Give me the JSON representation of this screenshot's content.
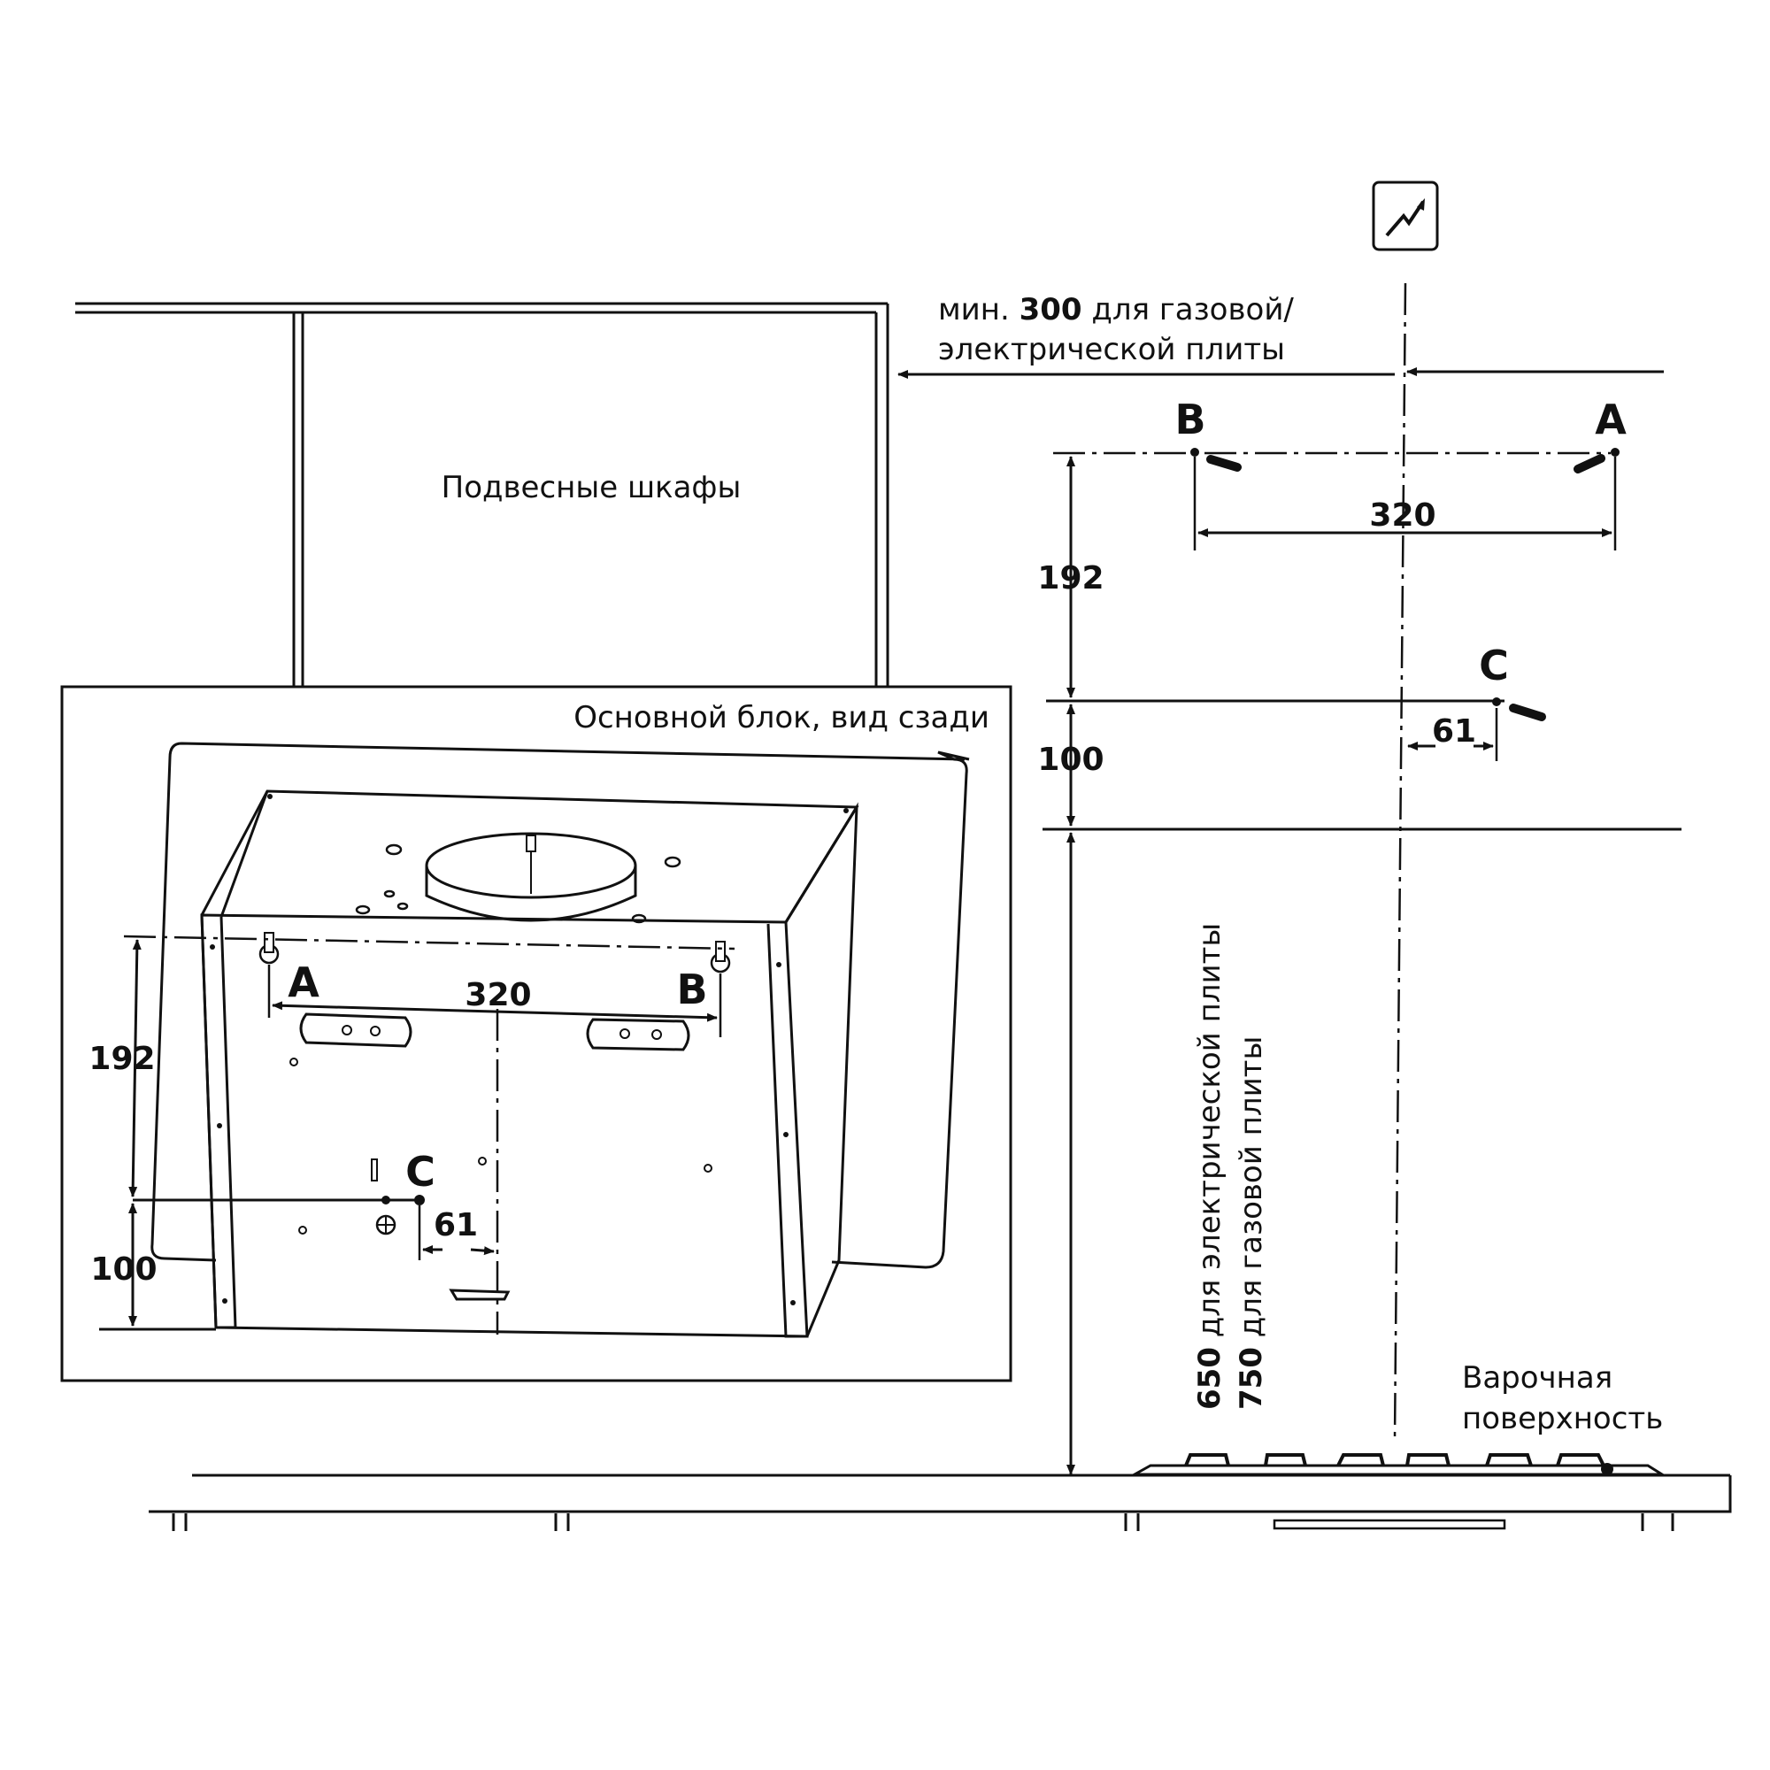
{
  "wall_cabinets": {
    "label": "Подвесные шкафы"
  },
  "clearance": {
    "prefix": "мин.",
    "value": "300",
    "suffix": "для газовой/",
    "line2": "электрической плиты"
  },
  "rear_view": {
    "title": "Основной блок, вид сзади"
  },
  "labels": {
    "point_a": "A",
    "point_b": "B",
    "point_c": "C",
    "hob": [
      "Варочная",
      "поверхность"
    ]
  },
  "dimensions": {
    "hole_spacing": "320",
    "vertical_upper": "192",
    "vertical_lower": "100",
    "offset_c": "61",
    "height_electric_value": "650",
    "height_electric_text": "для электрической плиты",
    "height_gas_value": "750",
    "height_gas_text": "для газовой плиты"
  },
  "icons": {
    "power_outlet": "electric-outlet-icon"
  }
}
